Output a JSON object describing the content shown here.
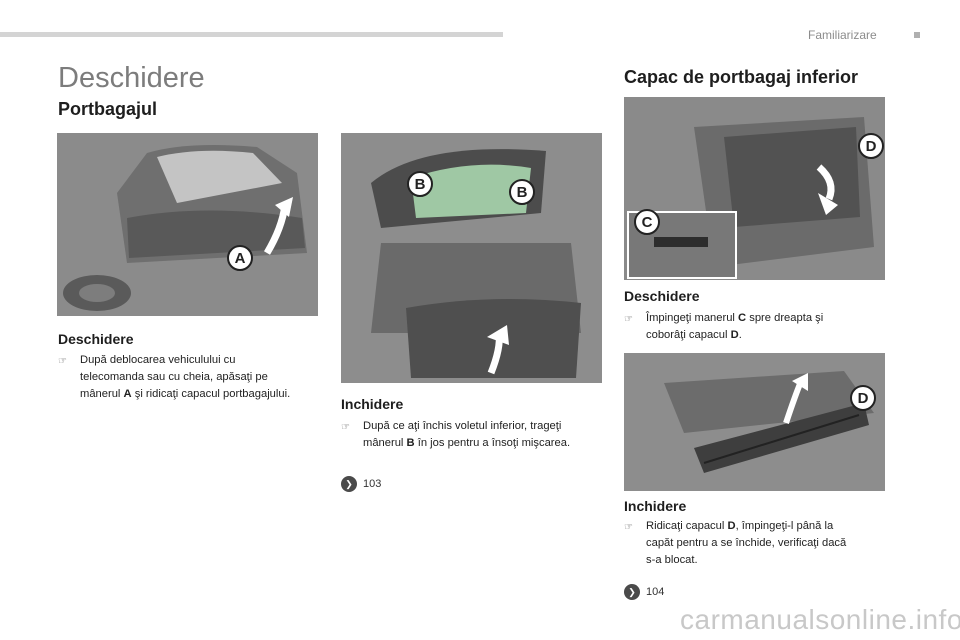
{
  "header": {
    "section": "Familiarizare"
  },
  "page_title": "Deschidere",
  "left": {
    "heading": "Portbagajul",
    "col1": {
      "subheading": "Deschidere",
      "bullet": {
        "t1": "După deblocarea vehiculului cu",
        "t2": "telecomanda sau cu cheia, apăsaţi pe",
        "t3a": "mânerul ",
        "bold": "A",
        "t3b": " şi ridicaţi capacul portbagajului."
      },
      "label_a": "A"
    },
    "col2": {
      "subheading": "Inchidere",
      "bullet": {
        "t1": "După ce aţi închis voletul inferior, trageţi",
        "t2a": "mânerul ",
        "bold": "B",
        "t2b": " în jos pentru a însoţi mişcarea."
      },
      "label_b": "B",
      "page_ref": "103"
    }
  },
  "right": {
    "heading": "Capac de portbagaj inferior",
    "open": {
      "subheading": "Deschidere",
      "bullet": {
        "t1a": "Împingeţi manerul ",
        "bold1": "C",
        "t1b": " spre dreapta şi",
        "t2a": "coborâţi capacul ",
        "bold2": "D",
        "t2b": "."
      },
      "label_c": "C",
      "label_d": "D"
    },
    "close": {
      "subheading": "Inchidere",
      "bullet": {
        "t1a": "Ridicaţi capacul ",
        "bold": "D",
        "t1b": ", împingeţi-l până la",
        "t2": "capăt pentru a se închide, verificaţi dacă",
        "t3": "s-a blocat."
      },
      "label_d": "D",
      "page_ref": "104"
    }
  },
  "watermark": "carmanualsonline.info"
}
